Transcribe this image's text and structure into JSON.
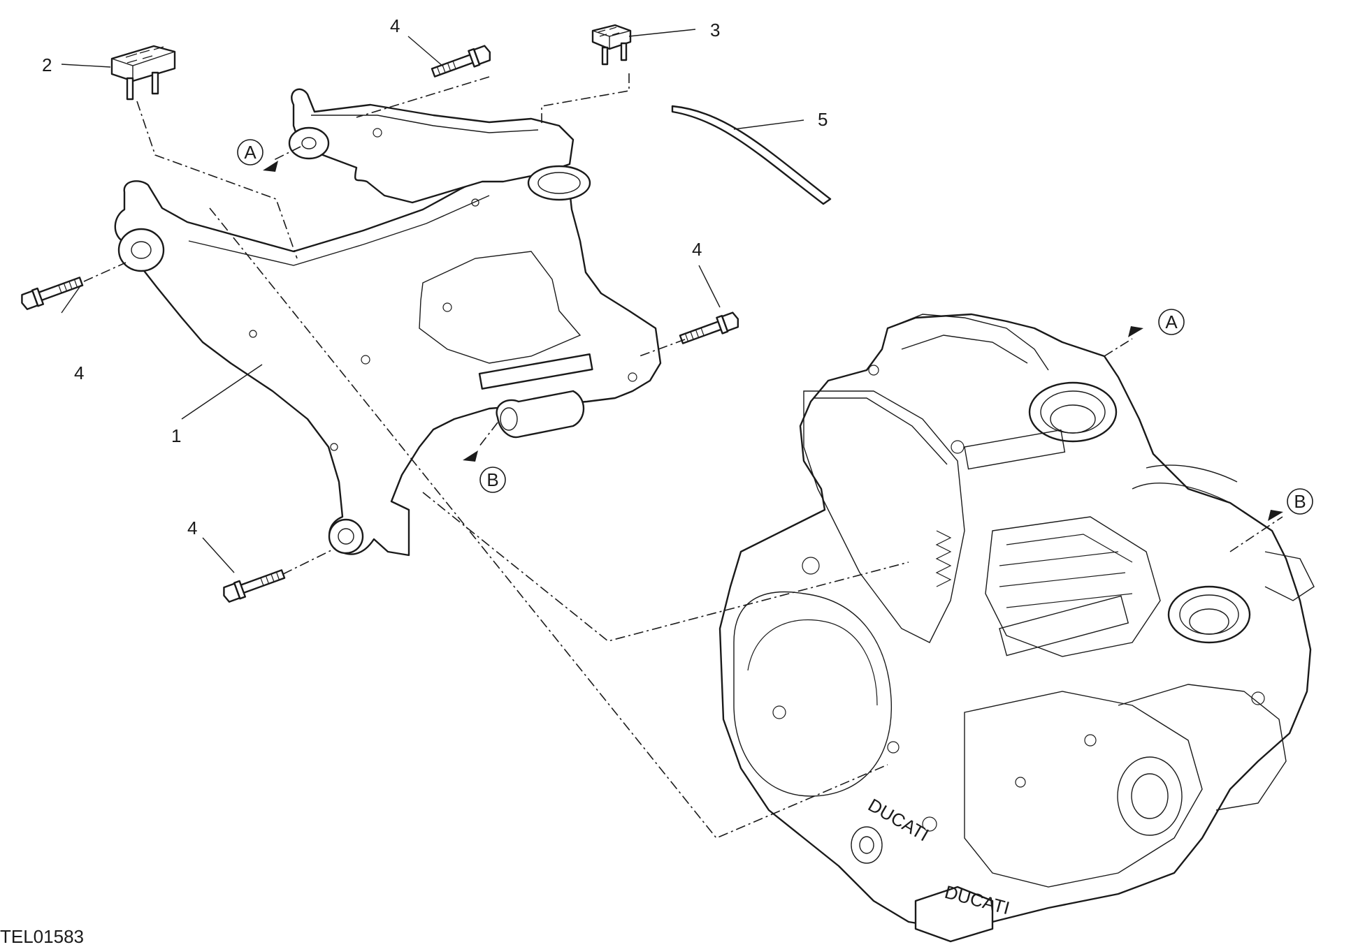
{
  "drawing_code": "TEL01583",
  "callouts": {
    "c1": "1",
    "c2": "2",
    "c3": "3",
    "c4_top": "4",
    "c4_left": "4",
    "c4_right": "4",
    "c4_bottom": "4",
    "c5": "5"
  },
  "references": {
    "a_frame": "A",
    "b_frame": "B",
    "a_engine": "A",
    "b_engine": "B"
  },
  "engine_markings": {
    "brand_1": "DUCATI",
    "brand_2": "DUCATI"
  },
  "colors": {
    "line": "#1a1a1a",
    "background": "#ffffff"
  }
}
